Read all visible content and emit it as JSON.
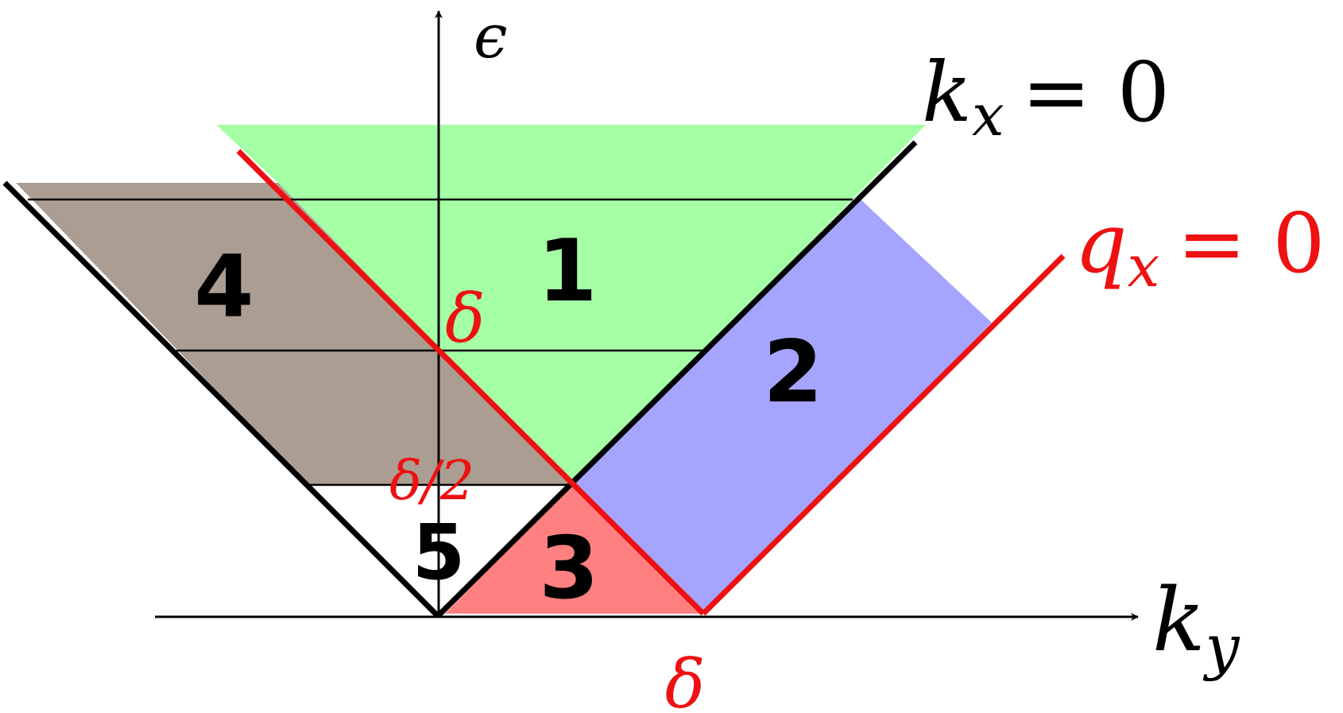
{
  "axes": {
    "vertical_label": "ϵ",
    "horizontal_label_main": "k",
    "horizontal_label_sub": "y"
  },
  "lines": {
    "kx_label_main": "k",
    "kx_label_sub": "x",
    "kx_label_eq": "= 0",
    "qx_label_main": "q",
    "qx_label_sub": "x",
    "qx_label_eq": "= 0"
  },
  "labels": {
    "delta_axis": "δ",
    "delta_half": "δ/2",
    "delta_bottom": "δ"
  },
  "regions": [
    {
      "id": "1",
      "label": "1",
      "color": "#a5ffa5"
    },
    {
      "id": "2",
      "label": "2",
      "color": "#a5a5ff"
    },
    {
      "id": "3",
      "label": "3",
      "color": "#ff8080"
    },
    {
      "id": "4",
      "label": "4",
      "color": "#ab9d92"
    },
    {
      "id": "5",
      "label": "5",
      "color": "#ffffff"
    }
  ],
  "colors": {
    "axis": "#000000",
    "kx_line": "#000000",
    "qx_line": "#ee1111",
    "accent_red": "#ee1111"
  }
}
